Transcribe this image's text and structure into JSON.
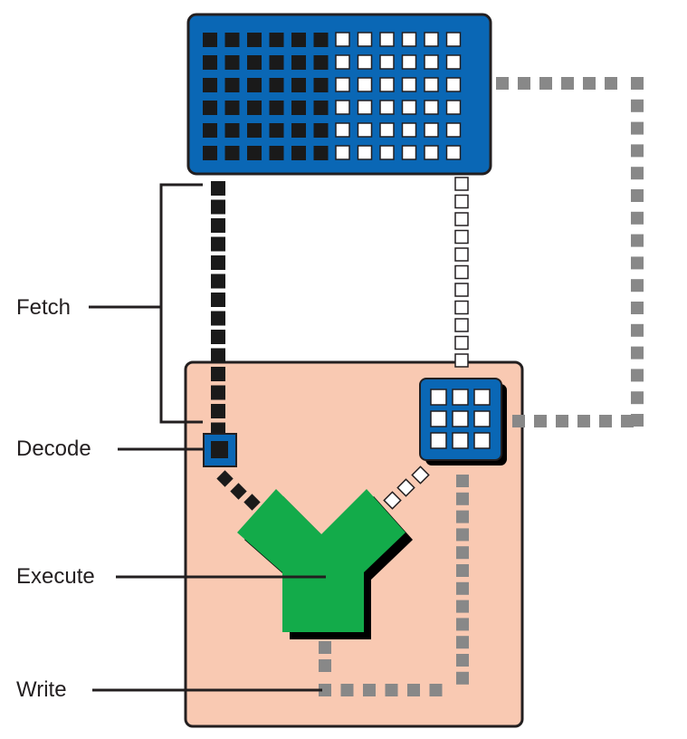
{
  "labels": {
    "fetch": "Fetch",
    "decode": "Decode",
    "execute": "Execute",
    "write": "Write"
  },
  "colors": {
    "memory_blue": "#0a67b5",
    "cpu_fill": "#f9c9b2",
    "outline": "#231f20",
    "execute_green": "#13ab4a",
    "path_gray": "#888888",
    "cell_black": "#1a1a1a",
    "cell_white": "#ffffff",
    "shadow": "#000000"
  },
  "icons": {
    "memory": "memory-grid-icon",
    "decoder": "decoder-block-icon",
    "register": "register-grid-icon",
    "alu": "y-shaped-alu-icon"
  }
}
